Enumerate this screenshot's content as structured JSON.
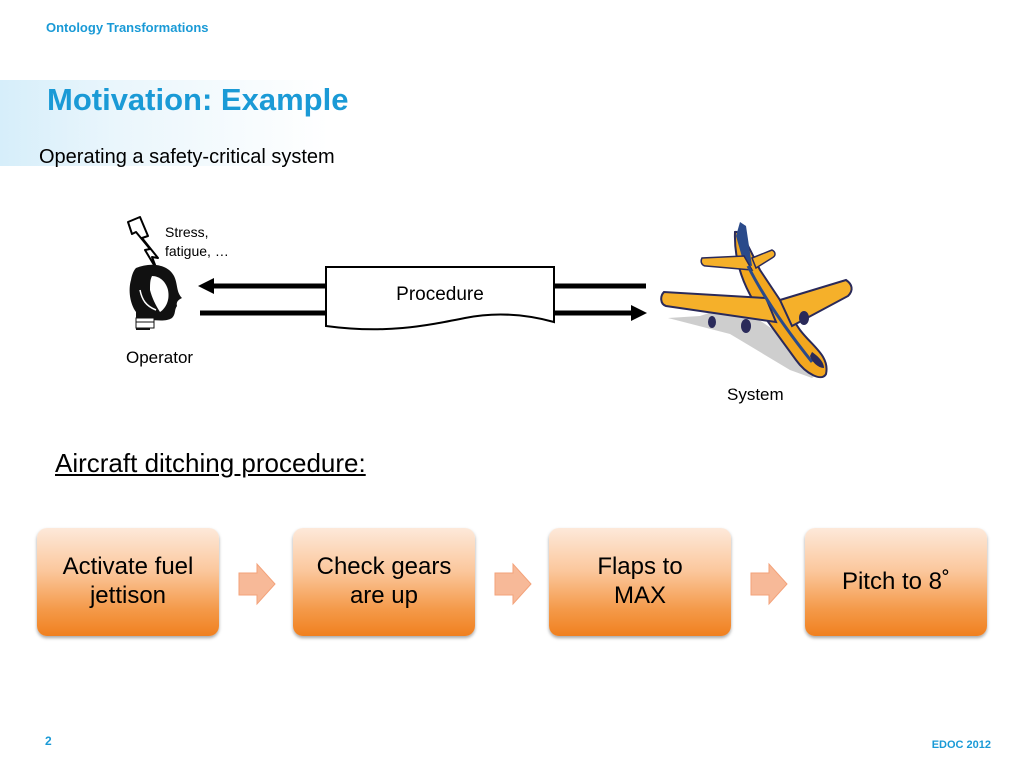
{
  "header": {
    "label": "Ontology Transformations"
  },
  "slide": {
    "title": "Motivation: Example",
    "subtitle": "Operating a safety-critical system"
  },
  "diagram": {
    "stress_line1": "Stress,",
    "stress_line2": "fatigue, …",
    "operator_label": "Operator",
    "procedure_label": "Procedure",
    "system_label": "System"
  },
  "procedure_section": {
    "heading": "Aircraft ditching procedure:",
    "steps": [
      {
        "line1": "Activate fuel",
        "line2": "jettison"
      },
      {
        "line1": "Check gears",
        "line2": "are up"
      },
      {
        "line1": "Flaps to",
        "line2": "MAX"
      },
      {
        "line1": "Pitch to 8˚",
        "line2": ""
      }
    ]
  },
  "footer": {
    "page_number": "2",
    "label": "EDOC 2012"
  },
  "colors": {
    "accent": "#1a9ad6",
    "step_fill": "#f0801f",
    "step_light": "#fde9da",
    "arrow_fill": "#f7b998"
  }
}
